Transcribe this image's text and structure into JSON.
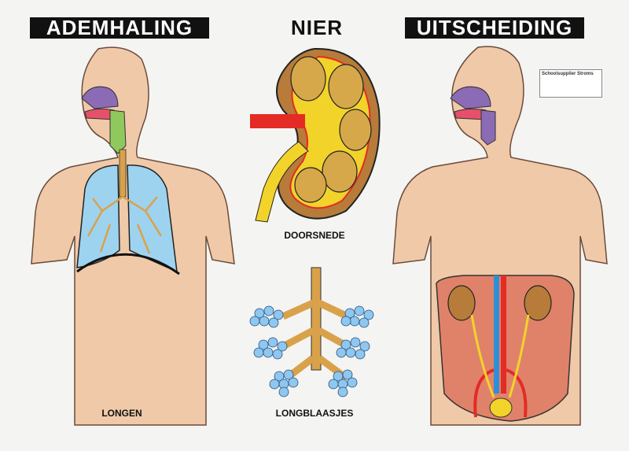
{
  "headings": {
    "left": "ADEMHALING",
    "middle": "NIER",
    "right": "UITSCHEIDING"
  },
  "captions": {
    "kidney": "DOORSNEDE",
    "lungs": "LONGEN",
    "alveoli": "LONGBLAASJES"
  },
  "stamp": {
    "name": "Schoolsupplier Stroms"
  },
  "colors": {
    "skin": "#f0c9a8",
    "lung_blue": "#9dd3ef",
    "bronchi": "#d9a24a",
    "kidney_brown": "#b77b3a",
    "artery_red": "#e42b25",
    "ureter_yellow": "#f2d32a",
    "vein_blue": "#2f8fd6",
    "alveoli_blue": "#8ec7f0"
  }
}
